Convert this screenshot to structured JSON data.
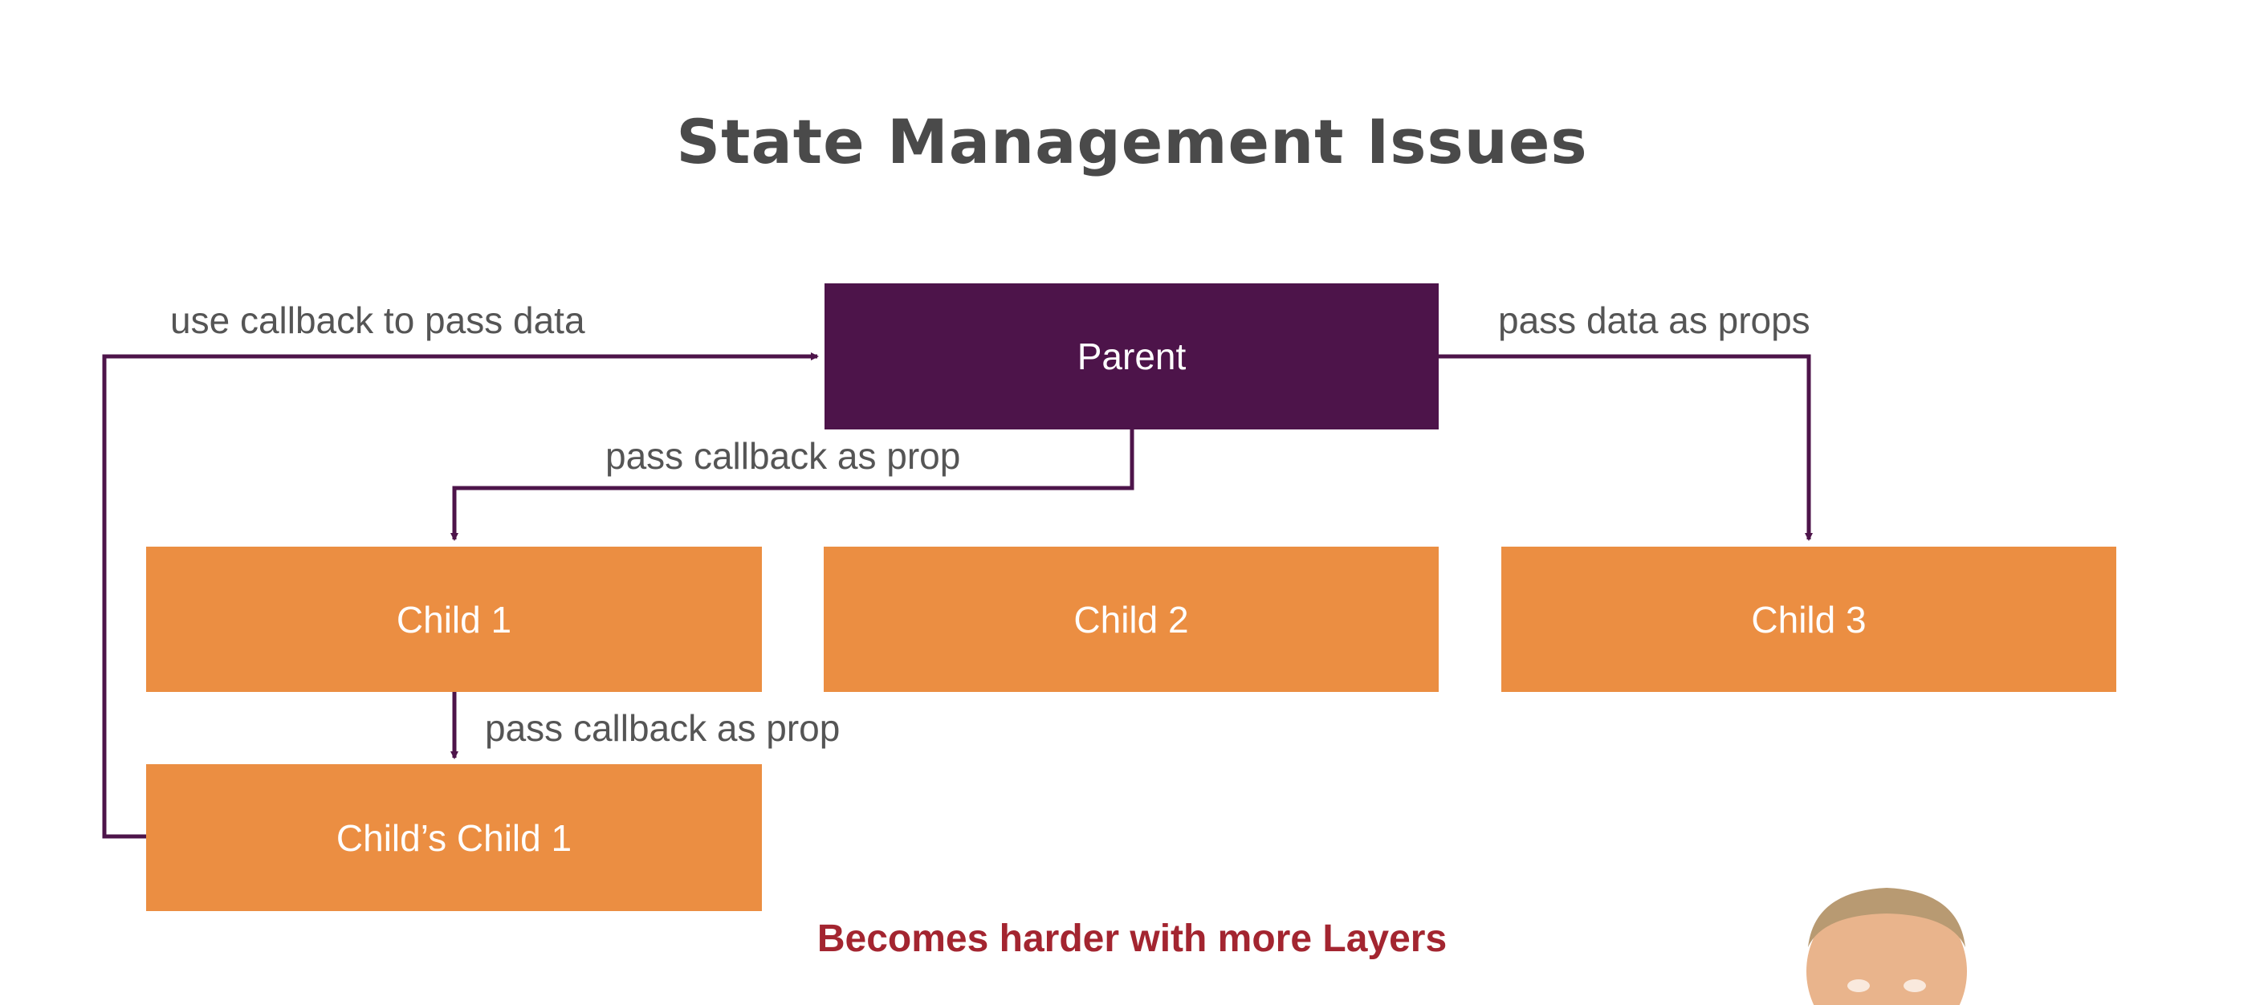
{
  "slide": {
    "title": "State Management Issues",
    "footer": "Becomes harder with more Layers"
  },
  "nodes": {
    "parent": "Parent",
    "child1": "Child 1",
    "child2": "Child 2",
    "child3": "Child 3",
    "child_child1": "Child’s Child 1"
  },
  "edges": {
    "callback_to_parent": "use callback to pass data",
    "props_to_child3": "pass data as props",
    "parent_to_child1": "pass callback as prop",
    "child1_to_child_child1": "pass callback as prop"
  },
  "colors": {
    "parent": "#4d144a",
    "child": "#eb8e42",
    "connector": "#4d144a",
    "footer": "#a32530"
  }
}
